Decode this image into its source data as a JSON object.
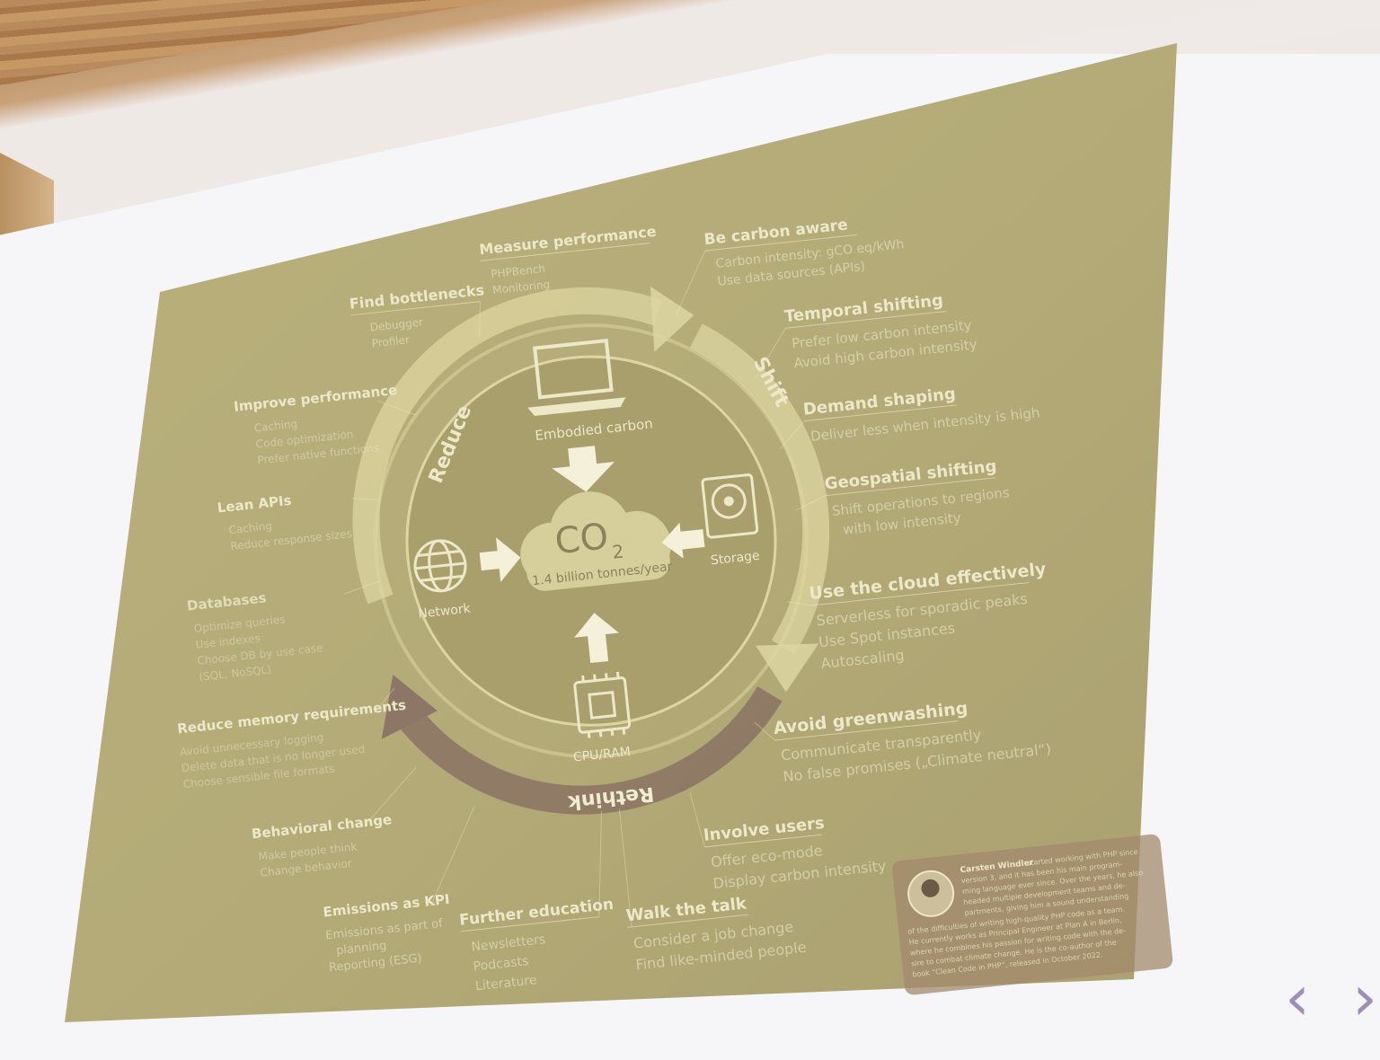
{
  "center": {
    "co2_label": "CO",
    "co2_sub": "2",
    "co2_caption": "1.4 billion tonnes/year",
    "embodied": "Embodied carbon",
    "network": "Network",
    "storage": "Storage",
    "cpu": "CPU/RAM"
  },
  "cycle": {
    "reduce": "Reduce",
    "shift": "Shift",
    "rethink": "Rethink"
  },
  "left_items": [
    {
      "title": "Find bottlenecks",
      "bullets": [
        "Debugger",
        "Profiler"
      ]
    },
    {
      "title": "Improve performance",
      "bullets": [
        "Caching",
        "Code optimization",
        "Prefer native functions"
      ]
    },
    {
      "title": "Lean APIs",
      "bullets": [
        "Caching",
        "Reduce response sizes"
      ]
    },
    {
      "title": "Databases",
      "bullets": [
        "Optimize queries",
        "Use indexes",
        "Choose DB by use case",
        "(SQL, NoSQL)"
      ]
    },
    {
      "title": "Reduce memory requirements",
      "bullets": [
        "Avoid unnecessary logging",
        "Delete data that is no longer used",
        "Choose sensible file formats"
      ]
    },
    {
      "title": "Behavioral change",
      "bullets": [
        "Make people think",
        "Change behavior"
      ]
    },
    {
      "title": "Emissions as KPI",
      "bullets": [
        "Emissions as part of",
        "planning",
        "Reporting (ESG)"
      ]
    }
  ],
  "top_items": [
    {
      "title": "Measure performance",
      "bullets": [
        "PHPBench",
        "Monitoring"
      ]
    }
  ],
  "right_items": [
    {
      "title": "Be carbon aware",
      "bullets": [
        "Carbon intensity: gCO eq/kWh",
        "Use data sources (APIs)"
      ]
    },
    {
      "title": "Temporal shifting",
      "bullets": [
        "Prefer low carbon intensity",
        "Avoid high carbon intensity"
      ]
    },
    {
      "title": "Demand shaping",
      "bullets": [
        "Deliver less when intensity is high"
      ]
    },
    {
      "title": "Geospatial shifting",
      "bullets": [
        "Shift operations to regions",
        "with low intensity"
      ]
    },
    {
      "title": "Use the cloud effectively",
      "bullets": [
        "Serverless for sporadic peaks",
        "Use Spot instances",
        "Autoscaling"
      ]
    },
    {
      "title": "Avoid greenwashing",
      "bullets": [
        "Communicate transparently",
        "No false promises („Climate neutral“)"
      ]
    },
    {
      "title": "Involve users",
      "bullets": [
        "Offer eco-mode",
        "Display carbon intensity"
      ]
    }
  ],
  "bottom_items": [
    {
      "title": "Further education",
      "bullets": [
        "Newsletters",
        "Podcasts",
        "Literature"
      ]
    },
    {
      "title": "Walk the talk",
      "bullets": [
        "Consider a job change",
        "Find like-minded people"
      ]
    }
  ],
  "bio": {
    "name": "Carsten Windler",
    "lines": [
      "started working with PHP since",
      "version 3, and it has been his main program-",
      "ming language ever since. Over the years, he also",
      "headed multiple development teams and de-",
      "partments, giving him a sound understanding",
      "of the difficulties of writing high-quality PHP code as a team.",
      "He currently works as Principal Engineer at Plan A in Berlin,",
      "where he combines his passion for writing code with the de-",
      "sire to combat climate change. He is the co-author of the",
      "book “Clean Code in PHP“, released in October 2022."
    ]
  },
  "nav": {
    "prev": "‹",
    "next": "›"
  },
  "colors": {
    "slide_bg": "#b5ae7a",
    "text": "#ece8c8",
    "arrow_light": "#ddd6a2",
    "arrow_brown": "#8c7665"
  }
}
